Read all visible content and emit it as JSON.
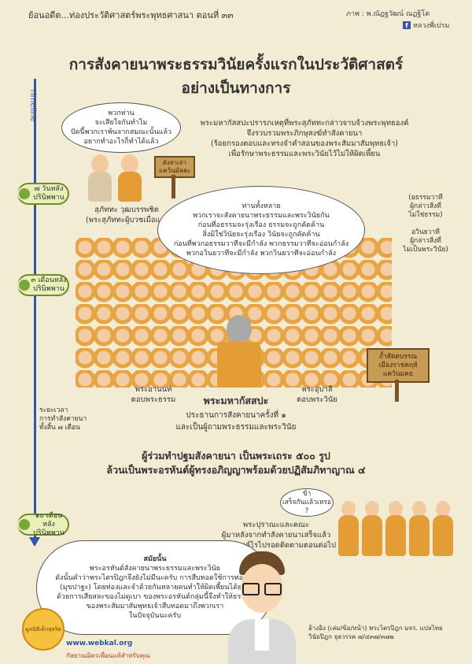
{
  "header": {
    "series": "ย้อนอดีต...ท่องประวัติศาสตร์พระพุทธศาสนา ตอนที่ ๓๓",
    "credit": "ภาพ : พ.ณัฏฐวัฒน์ ณฏฐิโต",
    "facebook": "หลวงพี่เปรม"
  },
  "title": {
    "line1": "การสังคายนาพระธรรมวินัยครั้งแรกในประวัติศาสตร์",
    "line2": "อย่างเป็นทางการ"
  },
  "timeline": {
    "label": "Timeline",
    "tags": [
      "๗ วันหลัง ปรินิพพาน",
      "๓ เดือนหลัง ปรินิพพาน",
      "๑๐ เดือนหลัง ปรินิพพาน"
    ],
    "duration": [
      "ระยะเวลา",
      "การทำสังคายนา",
      "ทั้งสิ้น ๗ เดือน"
    ]
  },
  "scene1": {
    "bubble": [
      "พวกท่าน",
      "จะเสียใจกันทำไม",
      "ปัดนี้พวกเราพ้นจากสมณะนั้นแล้ว",
      "อยากทำอะไรก็ทำได้แล้ว"
    ],
    "sign": [
      "ผังสาเจ่า",
      "แคว้นมัลละ"
    ],
    "caption": [
      "สุภัททะ วุฒบรรพชิต",
      "(พระสุภัททะผู้บวชเมื่อแก่)"
    ],
    "narration": [
      "พระมหากัสสปะปรารภเหตุที่พระสุภัททะกล่าวจาบจ้วงพระพุทธองค์",
      "จึงรวบรวมพระภิกษุสงฆ์ทำสังคายนา",
      "(ร้อยกรองตอบและทรงจำคำสอนของพระสัมมาสัมพุทธเจ้า)",
      "เพื่อรักษาพระธรรมและพระวินัยไว้ไม่ให้ผิดเพี้ยน"
    ]
  },
  "scene2": {
    "bubble": [
      "ท่านทั้งหลาย",
      "พวกเราจะสังคายนาพระธรรมและพระวินัยกัน",
      "ก่อนที่อธรรมจะรุ่งเรือง ธรรมจะถูกคัดค้าน",
      "สิ่งมิใช่วินัยจะรุ่งเรือง วินัยจะถูกคัดค้าน",
      "ก่อนที่พวกอธรรมวาทีจะมีกำลัง พวกธรรมวาทีจะอ่อนกำลัง",
      "พวกอวินยวาทีจะมีกำลัง พวกวินยวาทีจะอ่อนกำลัง"
    ],
    "side1": [
      "(อธรรมวาที",
      "ผู้กล่าวสิ่งที่",
      "ไม่ใช่ธรรม)"
    ],
    "side2": [
      "อวินยวาที",
      "ผู้กล่าวสิ่งที่",
      "ไม่เป็นพระวินัย)"
    ],
    "sign": [
      "ถ้ำสัตตบรรณ",
      "เมืองราชคฤห์",
      "แคว้นมคธ"
    ],
    "label_ananda": [
      "พระอานนท์",
      "ตอบพระธรรม"
    ],
    "label_upali": [
      "พระอุบาลี",
      "ตอบพระวินัย"
    ],
    "label_main": "พระมหากัสสปะ",
    "label_main_sub": [
      "ประธานการสังคายนาครั้งที่ ๑",
      "และเป็นผู้ถามพระธรรมและพระวินัย"
    ],
    "summary1": "ผู้ร่วมทำปฐมสังคายนา เป็นพระเถระ ๕๐๐ รูป",
    "summary2": "ล้วนเป็นพระอรหันต์ผู้ทรงอภิญญาพร้อมด้วยปฏิสัมภิทาญาณ ๔"
  },
  "scene3": {
    "bubble_small": [
      "ข้า",
      "เสร็จกันแล้วเหรอ ?"
    ],
    "caption": [
      "พระปุราณะและคณะ",
      "ผู้มาหลังจากทำสังคายนาเสร็จแล้ว",
      "จะเป็นองค์ไรไปรอดติดตามตอนต่อไป"
    ],
    "bubble_big": [
      "สมัยนั้น",
      "พระอรหันต์สังคายนาพระธรรมและพระวินัย",
      "ดังนั้นคำว่าพระไตรปิฎกจึงยังไม่มีนะครับ การสืบทอดใช้การท่องจำ",
      "(มุขปาฐะ) โดยท่องและจำด้วยกันหลายคนทำให้ผิดเพี้ยนได้ยาก",
      "ด้วยการเสียสละของไม่ดูเบา ของพระอรหันต์กลุ่มนี้จึงทำให้ธรรมะ",
      "ของพระสัมมาสัมพุทธเจ้าสืบทอดมาถึงพวกเรา",
      "ในปัจจุบันนะครับ"
    ],
    "reference": [
      "อ้างอิง (เล่ม/ข้อ/หน้า) พระไตรปิฎก มจร. แปลไทย",
      "วินัยปิฎก จุลวรรค ๗/๔๓๗/๓๗๒"
    ]
  },
  "footer": {
    "logo_text": "มูลนิธิเด็กสุจริต",
    "url": "www.webkal.org",
    "tagline": "กัลยาณมิตรเพื่อนแท้สำหรับคุณ"
  },
  "colors": {
    "background": "#f3ecd4",
    "timeline": "#2e55a8",
    "robe": "#e49c35",
    "tag_fill": "#e9efb8",
    "tag_border": "#6c8e2b"
  }
}
